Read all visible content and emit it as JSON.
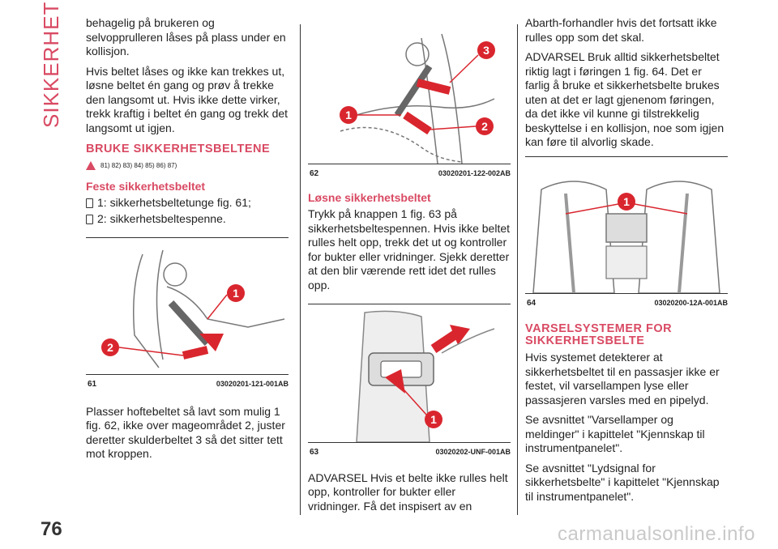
{
  "side_tab": "SIKKERHET",
  "page_number": "76",
  "footer": "carmanualsonline.info",
  "col1": {
    "p1": "behagelig på brukeren og selvopprulleren låses på plass under en kollisjon.",
    "p2": "Hvis beltet låses og ikke kan trekkes ut, løsne beltet én gang og prøv å trekke den langsomt ut. Hvis ikke dette virker, trekk kraftig i beltet én gang og trekk det langsomt ut igjen.",
    "section": "BRUKE SIKKERHETSBELTENE",
    "warn_refs": "81) 82) 83) 84) 85) 86) 87)",
    "sub": "Feste sikkerhetsbeltet",
    "bullet1": "1: sikkerhetsbeltetunge fig. 61;",
    "bullet2": "2: sikkerhetsbeltespenne.",
    "fig_num": "61",
    "fig_code": "03020201-121-001AB",
    "p3": "Plasser hoftebeltet så lavt som mulig 1 fig. 62, ikke over mageområdet 2, juster deretter skulderbeltet 3 så det sitter tett mot kroppen."
  },
  "col2": {
    "fig_num": "62",
    "fig_code": "03020201-122-002AB",
    "sub": "Løsne sikkerhetsbeltet",
    "p1": "Trykk på knappen 1 fig. 63 på sikkerhetsbeltespennen. Hvis ikke beltet rulles helt opp, trekk det ut og kontroller for bukter eller vridninger. Sjekk deretter at den blir værende rett idet det rulles opp.",
    "fig2_num": "63",
    "fig2_code": "03020202-UNF-001AB",
    "p2": "ADVARSEL Hvis et belte ikke rulles helt opp, kontroller for bukter eller vridninger. Få det inspisert av en"
  },
  "col3": {
    "p1": "Abarth-forhandler hvis det fortsatt ikke rulles opp som det skal.",
    "p2": "ADVARSEL Bruk alltid sikkerhetsbeltet riktig lagt i føringen 1 fig. 64. Det er farlig å bruke et sikkerhetsbelte brukes uten at det er lagt gjenenom føringen, da det ikke vil kunne gi tilstrekkelig beskyttelse i en kollisjon, noe som igjen kan føre til alvorlig skade.",
    "fig_num": "64",
    "fig_code": "03020200-12A-001AB",
    "section": "VARSELSYSTEMER FOR SIKKERHETSBELTE",
    "p3": "Hvis systemet detekterer at sikkerhetsbeltet til en passasjer ikke er festet, vil varsellampen lyse eller passasjeren varsles med en pipelyd.",
    "p4": "Se avsnittet \"Varsellamper og meldinger\" i kapittelet \"Kjennskap til instrumentpanelet\".",
    "p5": "Se avsnittet \"Lydsignal for sikkerhetsbelte\" i kapittelet \"Kjennskap til instrumentpanelet\"."
  },
  "callouts": {
    "one": "1",
    "two": "2",
    "three": "3"
  },
  "colors": {
    "accent": "#d94a63",
    "callout_red": "#d9262e"
  }
}
